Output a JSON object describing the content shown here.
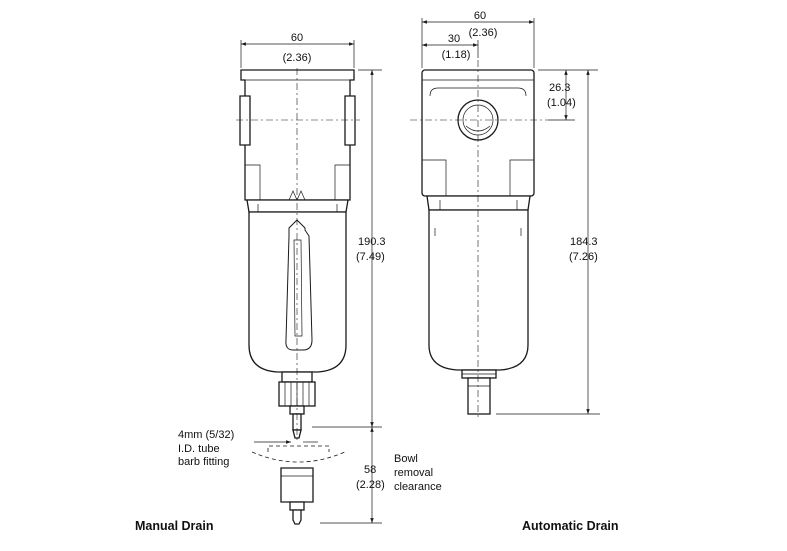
{
  "manual": {
    "width_mm": "60",
    "width_in": "(2.36)",
    "height_mm": "190.3",
    "height_in": "(7.49)",
    "clearance_mm": "58",
    "clearance_in": "(2.28)",
    "clearance_label": [
      "Bowl",
      "removal",
      "clearance"
    ],
    "tube_label": [
      "4mm (5/32)",
      "I.D. tube",
      "barb fitting"
    ],
    "caption": "Manual Drain"
  },
  "automatic": {
    "width_mm": "60",
    "width_in": "(2.36)",
    "half_width_mm": "30",
    "half_width_in": "(1.18)",
    "port_height_mm": "26.3",
    "port_height_in": "(1.04)",
    "height_mm": "184.3",
    "height_in": "(7.26)",
    "caption": "Automatic Drain"
  }
}
